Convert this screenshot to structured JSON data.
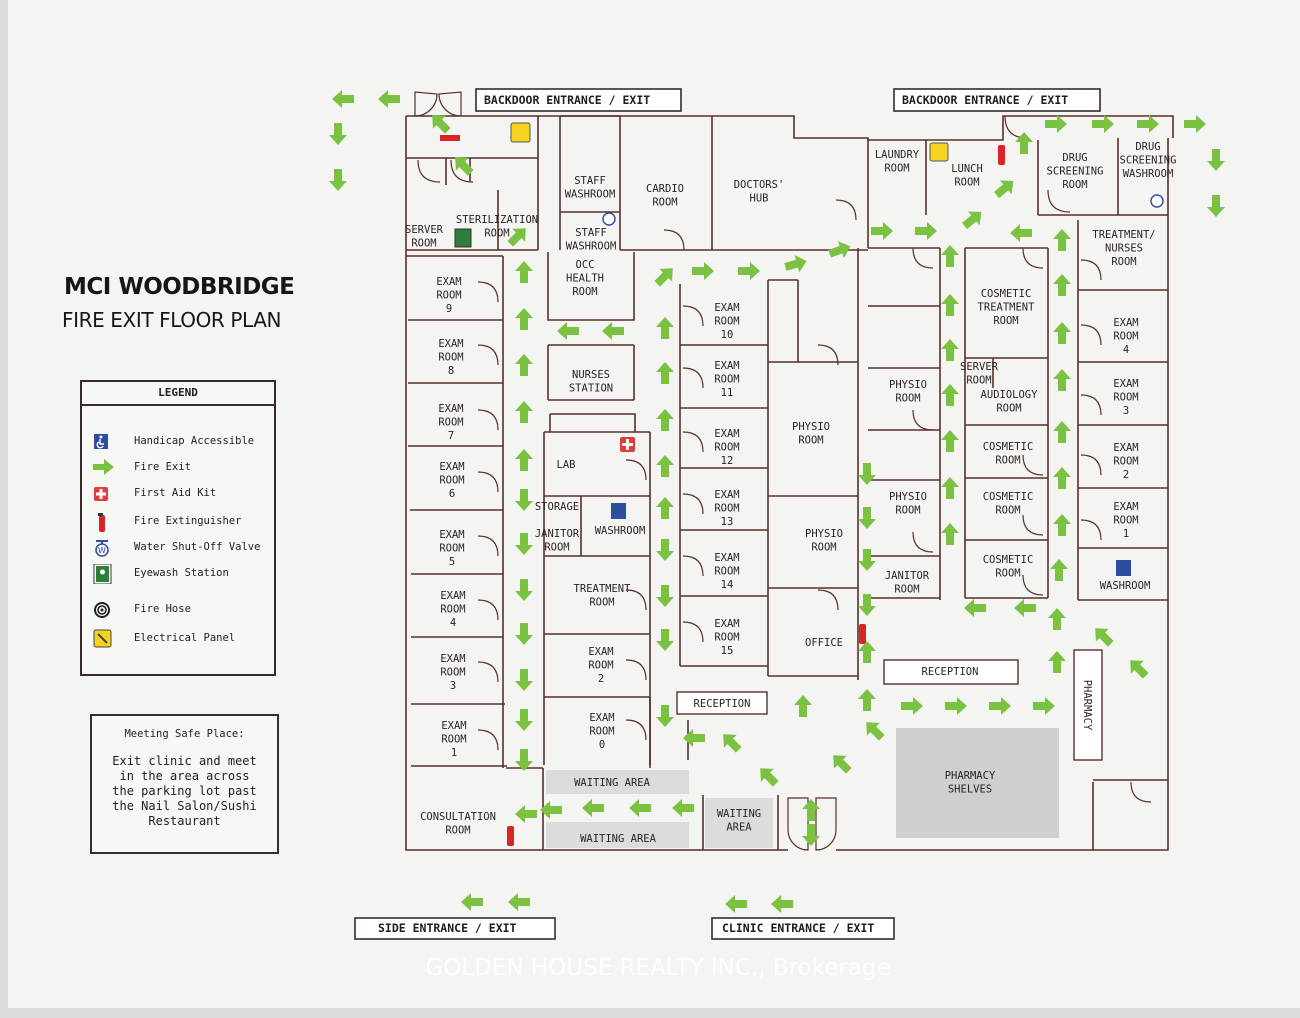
{
  "title": "MCI WOODBRIDGE",
  "subtitle": "FIRE EXIT FLOOR PLAN",
  "legend": {
    "heading": "LEGEND",
    "items": [
      {
        "icon": "handicap-icon",
        "label": "Handicap Accessible"
      },
      {
        "icon": "green-arrow-icon",
        "label": "Fire Exit"
      },
      {
        "icon": "first-aid-icon",
        "label": "First Aid Kit"
      },
      {
        "icon": "fire-extinguisher-icon",
        "label": "Fire Extinguisher"
      },
      {
        "icon": "water-valve-icon",
        "label": "Water Shut-Off Valve"
      },
      {
        "icon": "eyewash-icon",
        "label": "Eyewash Station"
      },
      {
        "icon": "fire-hose-icon",
        "label": "Fire Hose"
      },
      {
        "icon": "electrical-panel-icon",
        "label": "Electrical Panel"
      }
    ]
  },
  "meeting": {
    "title": "Meeting Safe Place:",
    "body": "Exit clinic and meet\nin the area across\nthe parking lot past\nthe Nail Salon/Sushi\nRestaurant"
  },
  "exits": {
    "backdoor_left": "BACKDOOR ENTRANCE / EXIT",
    "backdoor_right": "BACKDOOR ENTRANCE / EXIT",
    "side": "SIDE ENTRANCE / EXIT",
    "clinic": "CLINIC ENTRANCE / EXIT"
  },
  "rooms": [
    {
      "id": "server-room-1",
      "lines": [
        "SERVER",
        "ROOM"
      ]
    },
    {
      "id": "sterilization-room",
      "lines": [
        "STERILIZATION",
        "ROOM"
      ]
    },
    {
      "id": "staff-washroom-1",
      "lines": [
        "STAFF",
        "WASHROOM"
      ]
    },
    {
      "id": "staff-washroom-2",
      "lines": [
        "STAFF",
        "WASHROOM"
      ]
    },
    {
      "id": "cardio-room",
      "lines": [
        "CARDIO",
        "ROOM"
      ]
    },
    {
      "id": "doctors-hub",
      "lines": [
        "DOCTORS'",
        "HUB"
      ]
    },
    {
      "id": "laundry-room",
      "lines": [
        "LAUNDRY",
        "ROOM"
      ]
    },
    {
      "id": "lunch-room",
      "lines": [
        "LUNCH",
        "ROOM"
      ]
    },
    {
      "id": "drug-screening-room",
      "lines": [
        "DRUG",
        "SCREENING",
        "ROOM"
      ]
    },
    {
      "id": "drug-screening-washroom",
      "lines": [
        "DRUG",
        "SCREENING",
        "WASHROOM"
      ]
    },
    {
      "id": "treatment-nurses-room",
      "lines": [
        "TREATMENT/",
        "NURSES",
        "ROOM"
      ]
    },
    {
      "id": "occ-health-room",
      "lines": [
        "OCC",
        "HEALTH",
        "ROOM"
      ]
    },
    {
      "id": "nurses-station",
      "lines": [
        "NURSES",
        "STATION"
      ]
    },
    {
      "id": "lab",
      "lines": [
        "LAB"
      ]
    },
    {
      "id": "storage",
      "lines": [
        "STORAGE"
      ]
    },
    {
      "id": "janitor-room-1",
      "lines": [
        "JANITOR",
        "ROOM"
      ]
    },
    {
      "id": "washroom-1",
      "lines": [
        "WASHROOM"
      ]
    },
    {
      "id": "treatment-room",
      "lines": [
        "TREATMENT",
        "ROOM"
      ]
    },
    {
      "id": "exam-room-9",
      "lines": [
        "EXAM",
        "ROOM",
        "9"
      ]
    },
    {
      "id": "exam-room-8",
      "lines": [
        "EXAM",
        "ROOM",
        "8"
      ]
    },
    {
      "id": "exam-room-7",
      "lines": [
        "EXAM",
        "ROOM",
        "7"
      ]
    },
    {
      "id": "exam-room-6",
      "lines": [
        "EXAM",
        "ROOM",
        "6"
      ]
    },
    {
      "id": "exam-room-5",
      "lines": [
        "EXAM",
        "ROOM",
        "5"
      ]
    },
    {
      "id": "exam-room-4-left",
      "lines": [
        "EXAM",
        "ROOM",
        "4"
      ]
    },
    {
      "id": "exam-room-3-left",
      "lines": [
        "EXAM",
        "ROOM",
        "3"
      ]
    },
    {
      "id": "exam-room-1-left",
      "lines": [
        "EXAM",
        "ROOM",
        "1"
      ]
    },
    {
      "id": "consultation-room",
      "lines": [
        "CONSULTATION",
        "ROOM"
      ]
    },
    {
      "id": "exam-room-2-mid",
      "lines": [
        "EXAM",
        "ROOM",
        "2"
      ]
    },
    {
      "id": "exam-room-0",
      "lines": [
        "EXAM",
        "ROOM",
        "0"
      ]
    },
    {
      "id": "exam-room-10",
      "lines": [
        "EXAM",
        "ROOM",
        "10"
      ]
    },
    {
      "id": "exam-room-11",
      "lines": [
        "EXAM",
        "ROOM",
        "11"
      ]
    },
    {
      "id": "exam-room-12",
      "lines": [
        "EXAM",
        "ROOM",
        "12"
      ]
    },
    {
      "id": "exam-room-13",
      "lines": [
        "EXAM",
        "ROOM",
        "13"
      ]
    },
    {
      "id": "exam-room-14",
      "lines": [
        "EXAM",
        "ROOM",
        "14"
      ]
    },
    {
      "id": "exam-room-15",
      "lines": [
        "EXAM",
        "ROOM",
        "15"
      ]
    },
    {
      "id": "physio-room-big",
      "lines": [
        "PHYSIO",
        "ROOM"
      ]
    },
    {
      "id": "physio-room-mid",
      "lines": [
        "PHYSIO",
        "ROOM"
      ]
    },
    {
      "id": "office",
      "lines": [
        "OFFICE"
      ]
    },
    {
      "id": "physio-room-a",
      "lines": [
        "PHYSIO",
        "ROOM"
      ]
    },
    {
      "id": "physio-room-b",
      "lines": [
        "PHYSIO",
        "ROOM"
      ]
    },
    {
      "id": "janitor-room-2",
      "lines": [
        "JANITOR",
        "ROOM"
      ]
    },
    {
      "id": "cosmetic-treatment-room",
      "lines": [
        "COSMETIC",
        "TREATMENT",
        "ROOM"
      ]
    },
    {
      "id": "server-room-2",
      "lines": [
        "SERVER",
        "ROOM"
      ]
    },
    {
      "id": "audiology-room",
      "lines": [
        "AUDIOLOGY",
        "ROOM"
      ]
    },
    {
      "id": "cosmetic-room-1",
      "lines": [
        "COSMETIC",
        "ROOM"
      ]
    },
    {
      "id": "cosmetic-room-2",
      "lines": [
        "COSMETIC",
        "ROOM"
      ]
    },
    {
      "id": "cosmetic-room-3",
      "lines": [
        "COSMETIC",
        "ROOM"
      ]
    },
    {
      "id": "exam-room-4-right",
      "lines": [
        "EXAM",
        "ROOM",
        "4"
      ]
    },
    {
      "id": "exam-room-3-right",
      "lines": [
        "EXAM",
        "ROOM",
        "3"
      ]
    },
    {
      "id": "exam-room-2-right",
      "lines": [
        "EXAM",
        "ROOM",
        "2"
      ]
    },
    {
      "id": "exam-room-1-right",
      "lines": [
        "EXAM",
        "ROOM",
        "1"
      ]
    },
    {
      "id": "washroom-2",
      "lines": [
        "WASHROOM"
      ]
    },
    {
      "id": "reception-right",
      "lines": [
        "RECEPTION"
      ]
    },
    {
      "id": "reception-mid",
      "lines": [
        "RECEPTION"
      ]
    },
    {
      "id": "pharmacy",
      "lines": [
        "PHARMACY"
      ]
    },
    {
      "id": "pharmacy-shelves",
      "lines": [
        "PHARMACY",
        "SHELVES"
      ]
    },
    {
      "id": "waiting-area-1",
      "lines": [
        "WAITING AREA"
      ]
    },
    {
      "id": "waiting-area-2",
      "lines": [
        "WAITING AREA"
      ]
    },
    {
      "id": "waiting-area-3",
      "lines": [
        "WAITING",
        "AREA"
      ]
    }
  ],
  "watermark": "GOLDEN HOUSE REALTY INC., Brokerage",
  "colors": {
    "arrow": "#7cc242",
    "wall": "#5b2e2b",
    "shelves": "#cfcfcf",
    "waiting": "#dcdcdc"
  }
}
